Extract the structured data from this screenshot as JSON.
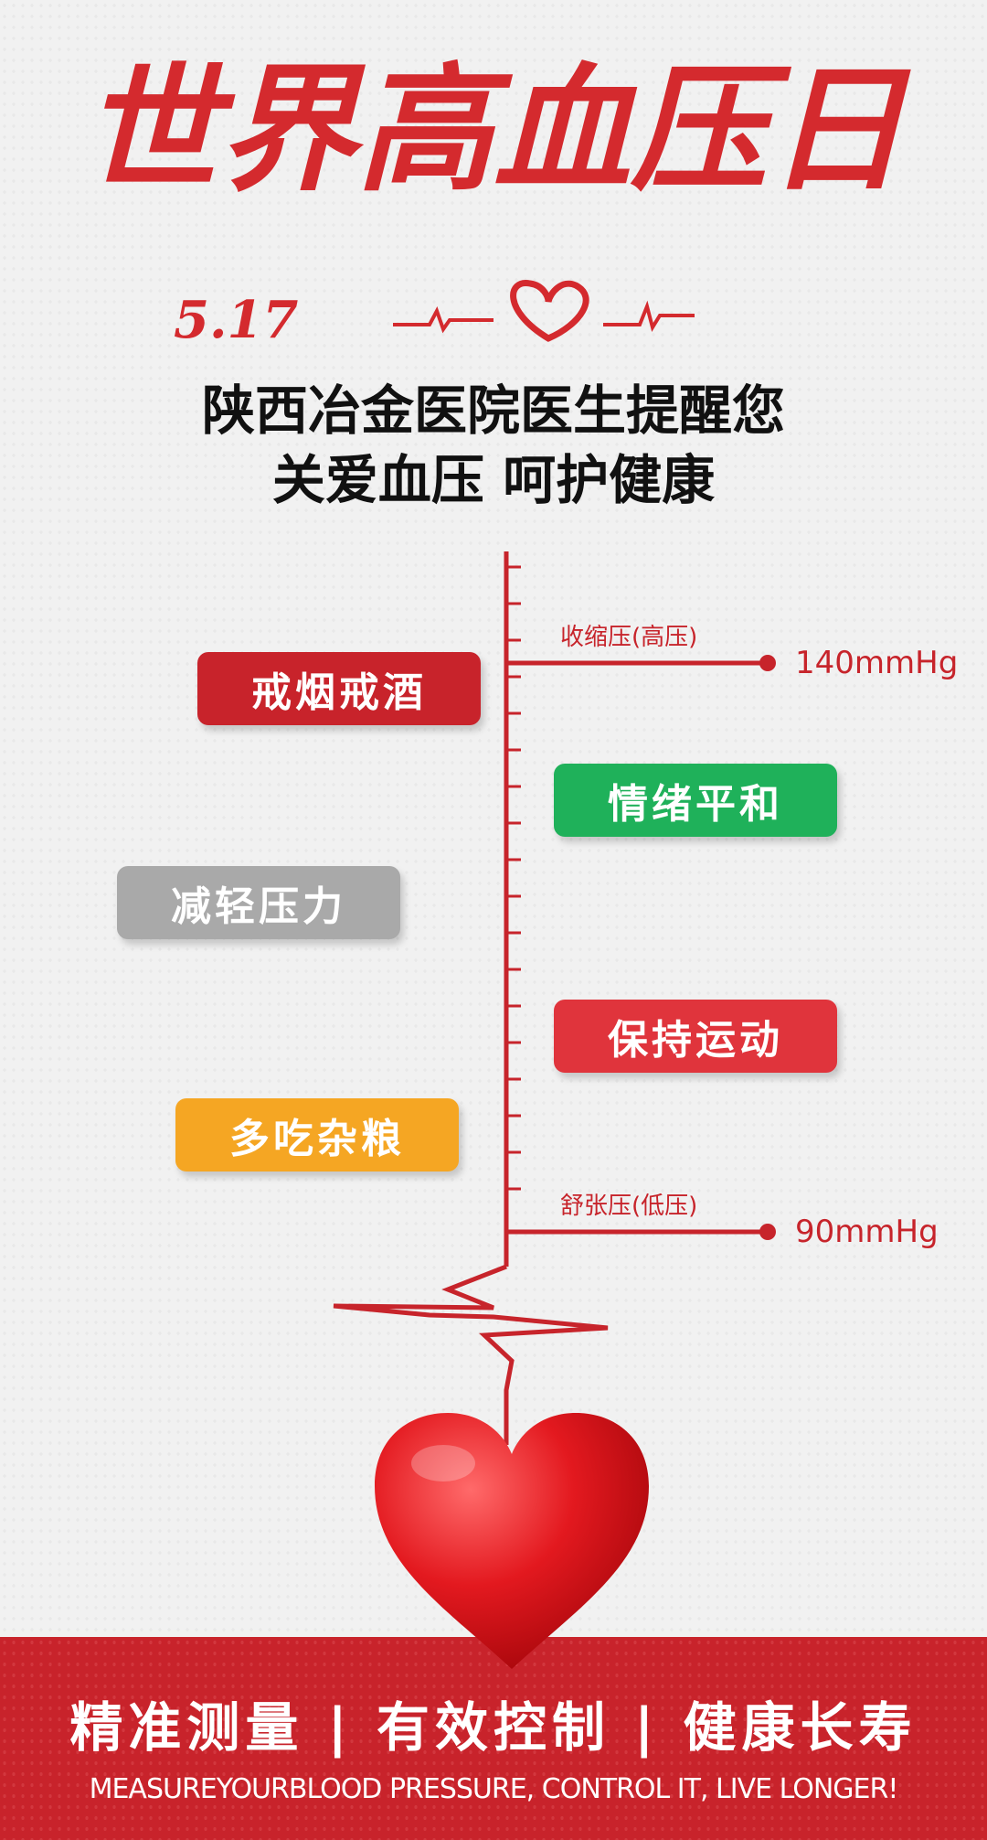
{
  "header": {
    "title": "世界高血压日",
    "date": "5.17"
  },
  "subtitle": {
    "line1": "陕西冶金医院医生提醒您",
    "line2": "关爱血压  呵护健康"
  },
  "ruler": {
    "systolic": {
      "label": "收缩压(高压)",
      "value": "140mmHg"
    },
    "diastolic": {
      "label": "舒张压(低压)",
      "value": "90mmHg"
    }
  },
  "tips": [
    {
      "label": "戒烟戒酒",
      "color": "#c8232b"
    },
    {
      "label": "情绪平和",
      "color": "#1fb15a"
    },
    {
      "label": "减轻压力",
      "color": "#a9a9a9"
    },
    {
      "label": "保持运动",
      "color": "#e0343c"
    },
    {
      "label": "多吃杂粮",
      "color": "#f5a623"
    }
  ],
  "footer": {
    "slogan": "精准测量 | 有效控制 | 健康长寿",
    "english": "MEASUREYOURBLOOD PRESSURE, CONTROL IT, LIVE LONGER!"
  }
}
